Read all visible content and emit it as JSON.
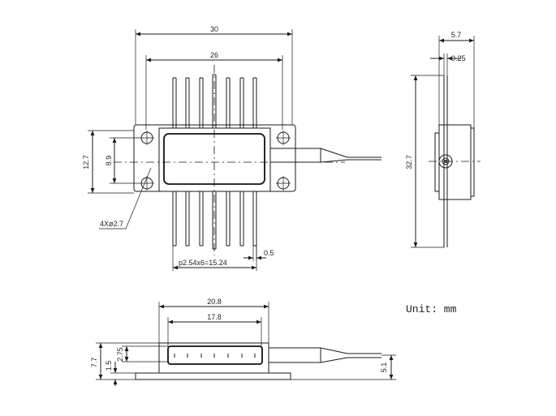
{
  "drawing": {
    "unit_label": "Unit: mm",
    "top_view": {
      "overall_width": "30",
      "inner_width": "26",
      "flange_height": "12.7",
      "hole_pitch_vertical": "8.9",
      "mounting_holes": "4Xø2.7",
      "pin_pitch": "p2.54x6=15.24",
      "pin_width": "0.5"
    },
    "side_view": {
      "depth": "5.7",
      "flange_thickness": "0.25",
      "overall_length": "32.7"
    },
    "front_view": {
      "body_width": "20.8",
      "lid_width": "17.8",
      "total_height": "7.7",
      "pin_height": "2.75",
      "base_height": "1.5",
      "fiber_height": "5.1"
    }
  }
}
